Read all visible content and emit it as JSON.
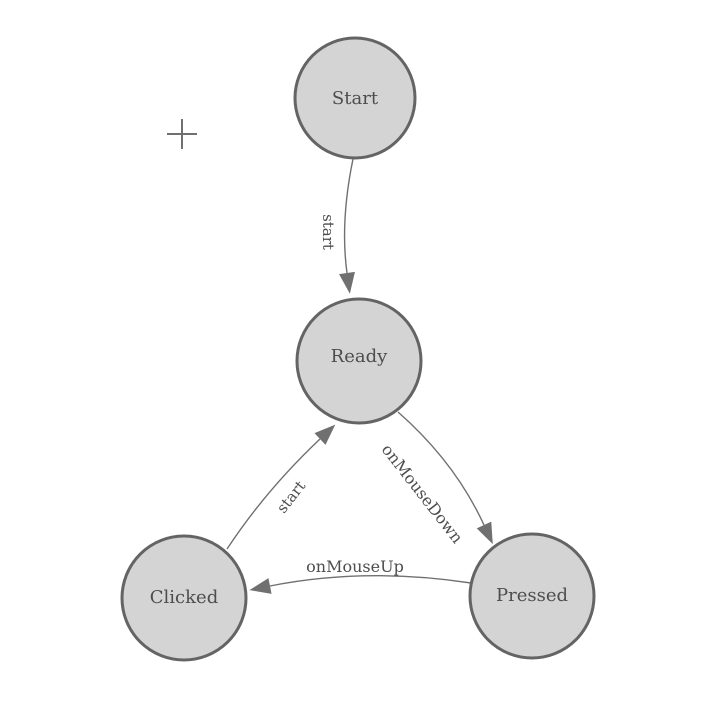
{
  "diagram": {
    "type": "state-machine",
    "nodes": [
      {
        "id": "start",
        "label": "Start"
      },
      {
        "id": "ready",
        "label": "Ready"
      },
      {
        "id": "clicked",
        "label": "Clicked"
      },
      {
        "id": "pressed",
        "label": "Pressed"
      }
    ],
    "edges": [
      {
        "from": "start",
        "to": "ready",
        "label": "start"
      },
      {
        "from": "ready",
        "to": "pressed",
        "label": "onMouseDown"
      },
      {
        "from": "pressed",
        "to": "clicked",
        "label": "onMouseUp"
      },
      {
        "from": "clicked",
        "to": "ready",
        "label": "start"
      }
    ],
    "icons": {
      "canvas_marker": "crosshair-plus-icon"
    },
    "colors": {
      "background": "#ffffff",
      "node_fill": "#d4d4d4",
      "node_stroke": "#646464",
      "edge": "#707070",
      "label": "#4d4d4d"
    }
  }
}
